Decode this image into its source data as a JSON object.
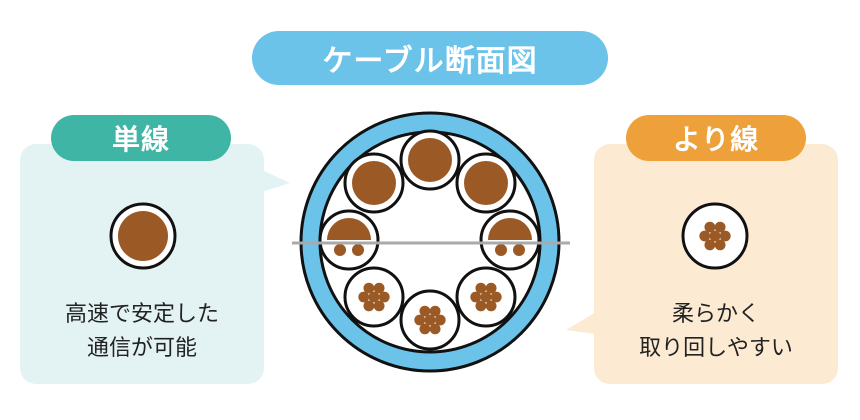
{
  "title": "ケーブル断面図",
  "left": {
    "label": "単線",
    "caption": [
      "高速で安定した",
      "通信が可能"
    ]
  },
  "right": {
    "label": "より線",
    "caption": [
      "柔らかく",
      "取り回しやすい"
    ]
  },
  "colors": {
    "sheath": "#6cc3ea",
    "copper": "#9b5a25",
    "left_accent": "#3fb5a5",
    "right_accent": "#eea03a"
  }
}
